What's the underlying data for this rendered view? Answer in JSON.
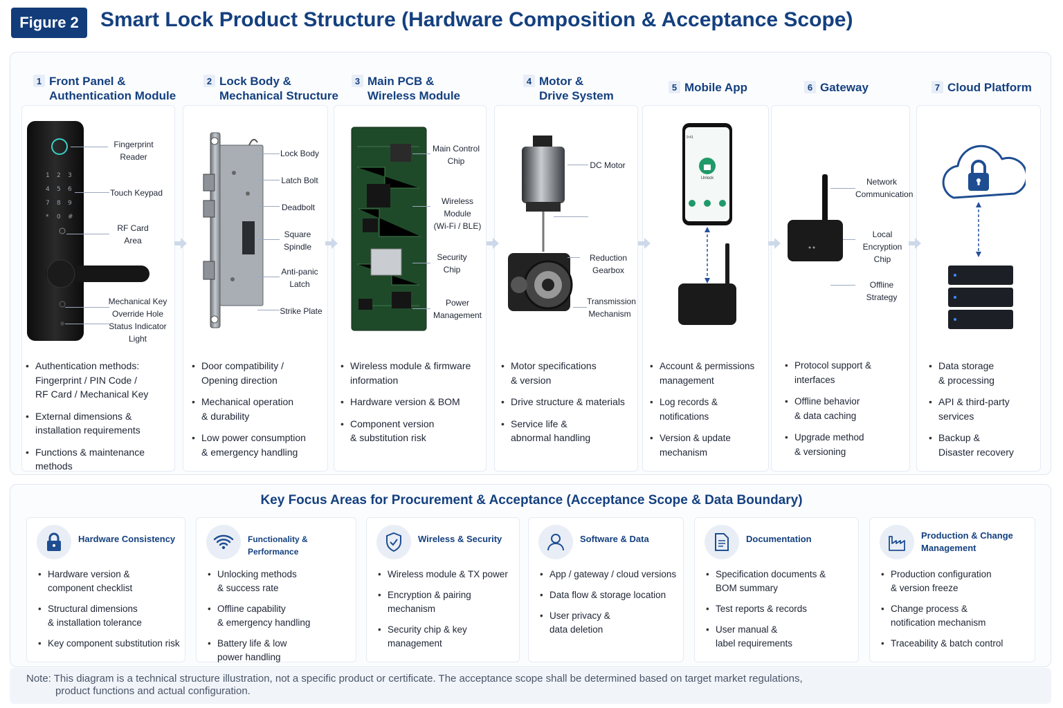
{
  "header": {
    "badge": "Figure 2",
    "title": "Smart Lock Product Structure (Hardware Composition & Acceptance Scope)"
  },
  "columns": [
    {
      "num": "1",
      "title": "Front Panel &\nAuthentication Module",
      "callouts": [
        "Fingerprint\nReader",
        "Touch Keypad",
        "RF Card\nArea",
        "Mechanical Key\nOverride Hole",
        "Status Indicator\nLight"
      ],
      "keypad": [
        "1",
        "2",
        "3",
        "4",
        "5",
        "6",
        "7",
        "8",
        "9",
        "*",
        "0",
        "#"
      ],
      "bullets": [
        "Authentication methods:\nFingerprint / PIN Code /\nRF Card / Mechanical Key",
        "External dimensions &\ninstallation requirements",
        "Functions & maintenance\nmethods"
      ]
    },
    {
      "num": "2",
      "title": "Lock Body &\nMechanical Structure",
      "callouts": [
        "Lock Body",
        "Latch Bolt",
        "Deadbolt",
        "Square\nSpindle",
        "Anti-panic\nLatch",
        "Strike Plate"
      ],
      "bullets": [
        "Door compatibility /\nOpening direction",
        "Mechanical operation\n& durability",
        "Low power consumption\n& emergency handling"
      ]
    },
    {
      "num": "3",
      "title": "Main PCB &\nWireless Module",
      "callouts": [
        "Main Control\nChip",
        "Wireless Module\n(Wi-Fi / BLE)",
        "Security\nChip",
        "Power\nManagement"
      ],
      "bullets": [
        "Wireless module & firmware\ninformation",
        "Hardware version & BOM",
        "Component version\n& substitution risk"
      ]
    },
    {
      "num": "4",
      "title": "Motor &\nDrive System",
      "callouts": [
        "DC Motor",
        "Reduction Gearbox",
        "Transmission\nMechanism"
      ],
      "bullets": [
        "Motor specifications\n& version",
        "Drive structure & materials",
        "Service life &\nabnormal handling"
      ]
    },
    {
      "num": "5",
      "title": "Mobile App",
      "phone_text": [
        "Unlock",
        "9:41"
      ],
      "bullets": [
        "Account & permissions\nmanagement",
        "Log records & notifications",
        "Version & update\nmechanism"
      ]
    },
    {
      "num": "6",
      "title": "Gateway",
      "callouts": [
        "Network\nCommunication",
        "Local Encryption\nChip",
        "Offline Strategy"
      ],
      "bullets": [
        "Protocol support & interfaces",
        "Offline behavior\n& data caching",
        "Upgrade method\n& versioning"
      ]
    },
    {
      "num": "7",
      "title": "Cloud Platform",
      "bullets": [
        "Data storage\n& processing",
        "API & third-party\nservices",
        "Backup &\nDisaster recovery"
      ]
    }
  ],
  "focus": {
    "title": "Key Focus Areas for Procurement & Acceptance (Acceptance Scope & Data Boundary)",
    "cards": [
      {
        "title": "Hardware Consistency",
        "icon": "lock-icon",
        "bullets": [
          "Hardware version &\ncomponent checklist",
          "Structural dimensions\n& installation tolerance",
          "Key component substitution risk"
        ]
      },
      {
        "title": "Functionality & Performance",
        "icon": "wifi-icon",
        "bullets": [
          "Unlocking methods\n& success rate",
          "Offline capability\n& emergency handling",
          "Battery life & low\npower handling"
        ]
      },
      {
        "title": "Wireless & Security",
        "icon": "shield-icon",
        "bullets": [
          "Wireless module & TX power",
          "Encryption & pairing\nmechanism",
          "Security chip & key\nmanagement"
        ]
      },
      {
        "title": "Software & Data",
        "icon": "user-icon",
        "bullets": [
          "App / gateway / cloud versions",
          "Data flow & storage location",
          "User privacy &\ndata deletion"
        ]
      },
      {
        "title": "Documentation",
        "icon": "document-icon",
        "bullets": [
          "Specification documents &\nBOM summary",
          "Test reports & records",
          "User manual &\nlabel requirements"
        ]
      },
      {
        "title": "Production & Change\nManagement",
        "icon": "factory-icon",
        "bullets": [
          "Production configuration\n& version freeze",
          "Change process &\nnotification mechanism",
          "Traceability & batch control"
        ]
      }
    ]
  },
  "note": {
    "line1": "Note: This diagram is a technical structure illustration, not a specific product or certificate. The acceptance scope shall be determined based on target market regulations,",
    "line2": "product functions and actual configuration."
  }
}
